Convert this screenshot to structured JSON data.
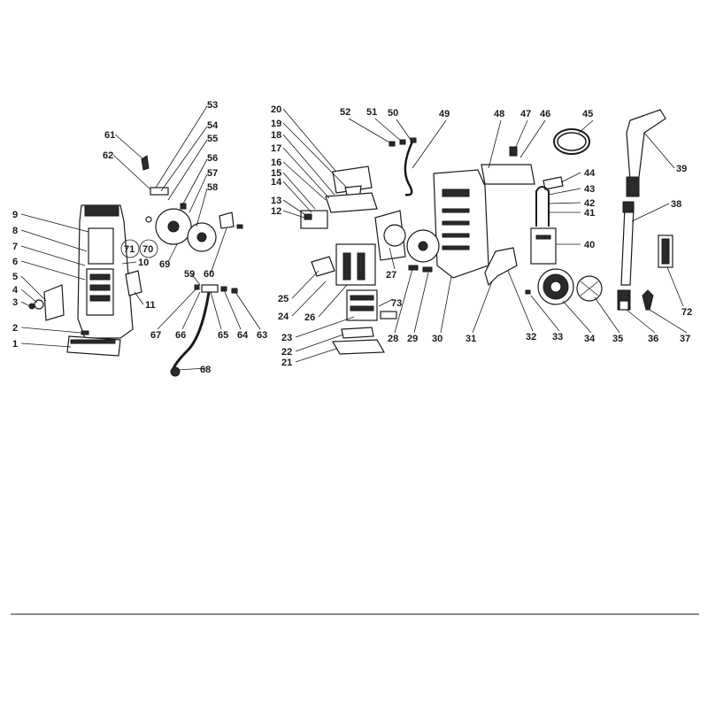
{
  "diagram": {
    "ink_color": "#1a1a1a",
    "background": "#ffffff",
    "callouts": [
      "1",
      "2",
      "3",
      "4",
      "5",
      "6",
      "7",
      "8",
      "9",
      "10",
      "11",
      "12",
      "13",
      "14",
      "15",
      "16",
      "17",
      "18",
      "19",
      "20",
      "21",
      "22",
      "23",
      "24",
      "25",
      "26",
      "27",
      "28",
      "29",
      "30",
      "31",
      "32",
      "33",
      "34",
      "35",
      "36",
      "37",
      "38",
      "39",
      "40",
      "41",
      "42",
      "43",
      "44",
      "45",
      "46",
      "47",
      "48",
      "49",
      "50",
      "51",
      "52",
      "53",
      "54",
      "55",
      "56",
      "57",
      "58",
      "59",
      "60",
      "61",
      "62",
      "63",
      "64",
      "65",
      "66",
      "67",
      "68",
      "69",
      "70",
      "71",
      "72",
      "73"
    ]
  }
}
